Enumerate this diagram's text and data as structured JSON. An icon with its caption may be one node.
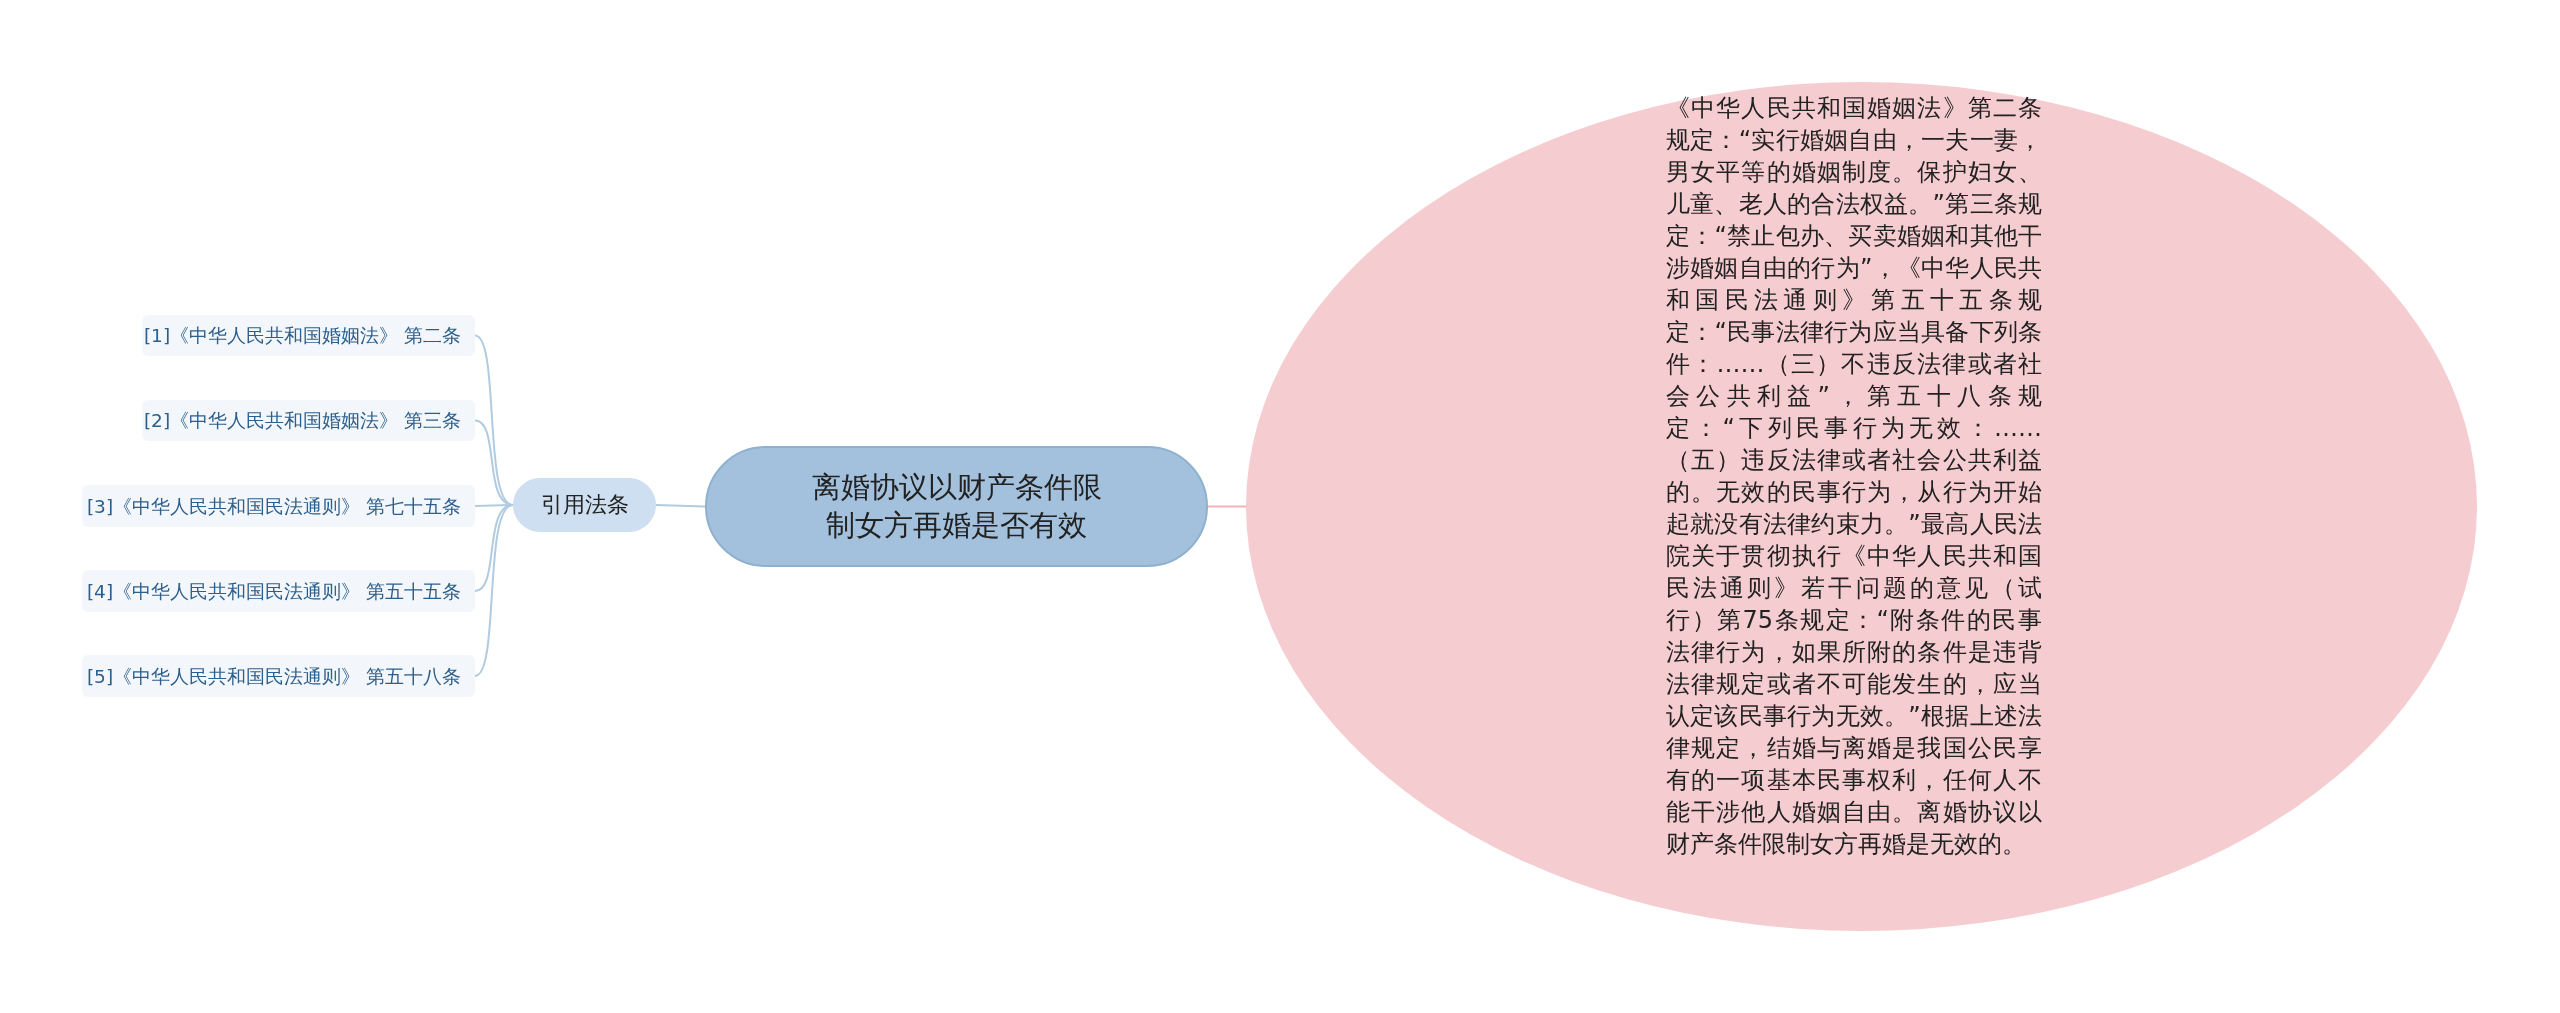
{
  "diagram": {
    "nodes": [
      {
        "text": [
          "离婚协议以财产条件限制女方再婚是否有效"
        ]
      },
      {
        "text": [
          "引用法条"
        ]
      },
      {
        "text": [
          "[1]《中华人民共和国婚姻法》 第二条"
        ]
      },
      {
        "text": [
          "[2]《中华人民共和国婚姻法》 第三条"
        ]
      },
      {
        "text": [
          "[3]《中华人民共和国民法通则》 第七十五条"
        ]
      },
      {
        "text": [
          "[4]《中华人民共和国民法通则》 第五十五条"
        ]
      },
      {
        "text": [
          "[5]《中华人民共和国民法通则》 第五十八条"
        ]
      },
      {
        "text": [
          "《中华人民共和国婚姻法》第二条规定：“实行婚姻自由，一夫一妻，男女平等的婚姻制度。保护妇女、儿童、老人的合法权益。”第三条规定：“禁止包办、买卖婚姻和其他干涉婚姻自由的行为”，《中华人民共和国民法通则》第五十五条规定：“民事法律行为应当具备下列条件：……（三）不违反法律或者社会公共利益”，第五十八条规定：“下列民事行为无效：……（五）违反法律或者社会公共利益的。无效的民事行为，从行为开始起就没有法律约束力。”最高人民法院关于贯彻执行《中华人民共和国民法通则》若干问题的意见（试行）第75条规定：“附条件的民事法律行为，如果所附的条件是违背法律规定或者不可能发生的，应当认定该民事行为无效。”根据上述法律规定，结婚与离婚是我国公民享有的一项基本民事权利，任何人不能干涉他人婚姻自由。离婚协议以财产条件限制女方再婚是无效的。"
        ]
      }
    ],
    "edges": [
      {
        "from": 0,
        "to": 1,
        "arrow": "none"
      },
      {
        "from": 1,
        "to": 2,
        "arrow": "none"
      },
      {
        "from": 1,
        "to": 3,
        "arrow": "none"
      },
      {
        "from": 1,
        "to": 4,
        "arrow": "none"
      },
      {
        "from": 1,
        "to": 5,
        "arrow": "none"
      },
      {
        "from": 1,
        "to": 6,
        "arrow": "none"
      },
      {
        "from": 0,
        "to": 7,
        "arrow": "none",
        "color": "#f0b4b8"
      }
    ]
  }
}
